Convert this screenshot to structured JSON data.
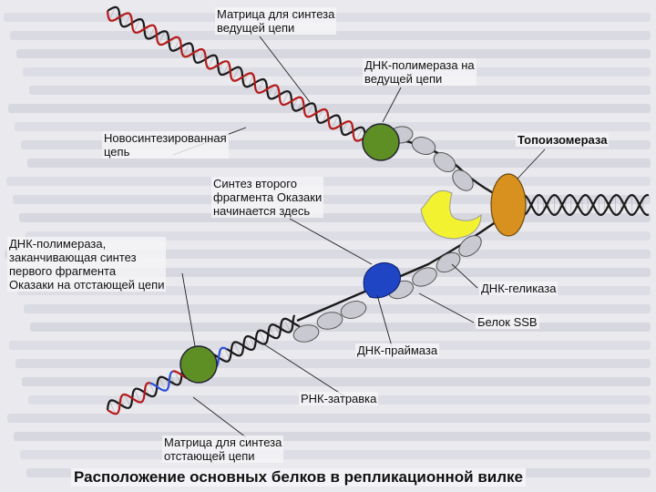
{
  "labels": {
    "leading_template": "Матрица для синтеза\nведущей цепи",
    "polymerase_leading": "ДНК-полимераза на\nведущей цепи",
    "new_strand": "Новосинтезированная\nцепь",
    "topoisomerase": "Топоизомераза",
    "okazaki_start": "Синтез второго\nфрагмента Оказаки\nначинается здесь",
    "polymerase_lagging": "ДНК-полимераза,\nзаканчивающая синтез\nпервого фрагмента\nОказаки на отстающей цепи",
    "helicase": "ДНК-геликаза",
    "ssb": "Белок SSB",
    "primase": "ДНК-праймаза",
    "rna_primer": "РНК-затравка",
    "lagging_template": "Матрица для синтеза\nотстающей цепи"
  },
  "caption": "Расположение основных белков в репликационной вилке",
  "colors": {
    "polymerase": "#5e8f24",
    "topoisomerase": "#d8901e",
    "helicase": "#f2f230",
    "primase": "#1f44c4",
    "ssb": "#c9c9d2",
    "parent_strand": "#1a1a1a",
    "new_strand": "#b51a1a",
    "rna_primer": "#2d4fd8"
  }
}
